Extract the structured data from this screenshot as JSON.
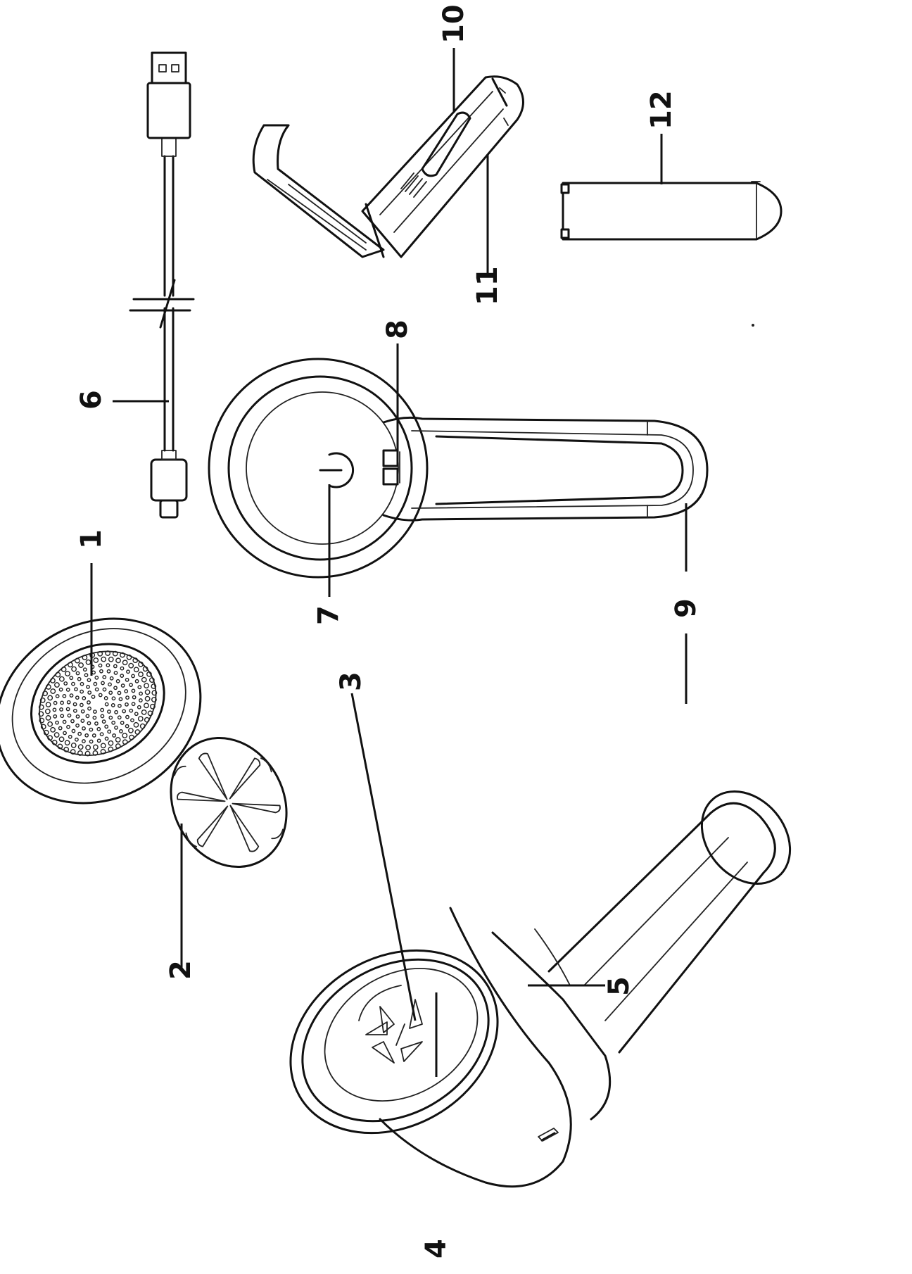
{
  "callouts": {
    "c1": "1",
    "c2": "2",
    "c3": "3",
    "c4": "4",
    "c5": "5",
    "c6": "6",
    "c7": "7",
    "c8": "8",
    "c9a": "9",
    "c9b": "9",
    "c10": "10",
    "c11": "11",
    "c12": "12"
  },
  "colors": {
    "line": "#111111",
    "background": "#ffffff"
  },
  "icons": {
    "power": "power-icon"
  }
}
